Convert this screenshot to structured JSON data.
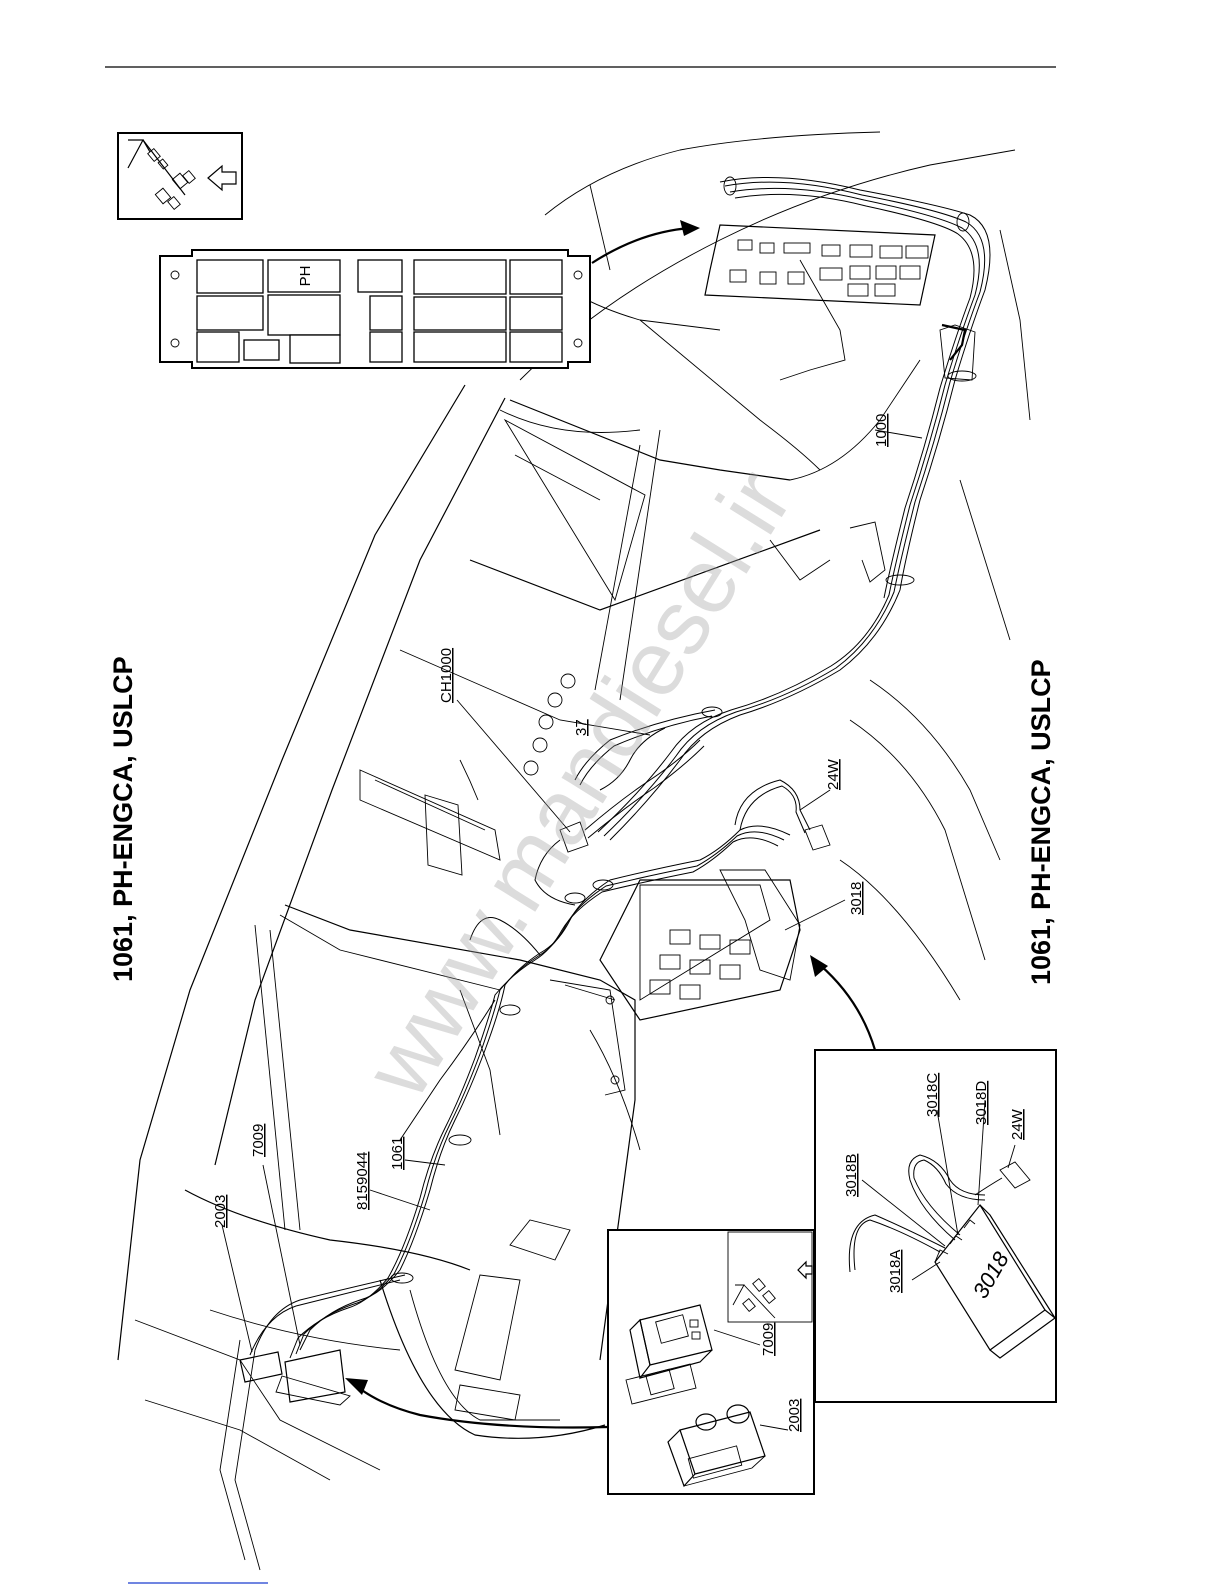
{
  "titles": {
    "left": "1061, PH-ENGCA, USLCP",
    "right": "1061, PH-ENGCA, USLCP"
  },
  "watermark": "www.mandiesel.ir",
  "fuse_panel": {
    "ph_label": "PH"
  },
  "labels": {
    "l1000": "1000",
    "ch1000": "CH1000",
    "l37": "37",
    "l24w": "24W",
    "l3018": "3018",
    "l8159044": "8159044",
    "l1061": "1061",
    "l7009": "7009",
    "l2003": "2003"
  },
  "inset_3018": {
    "l3018a": "3018A",
    "l3018b": "3018B",
    "l3018c": "3018C",
    "l3018d": "3018D",
    "l24w": "24W",
    "body_text": "3018"
  },
  "inset_controls": {
    "l7009": "7009",
    "l2003": "2003"
  }
}
